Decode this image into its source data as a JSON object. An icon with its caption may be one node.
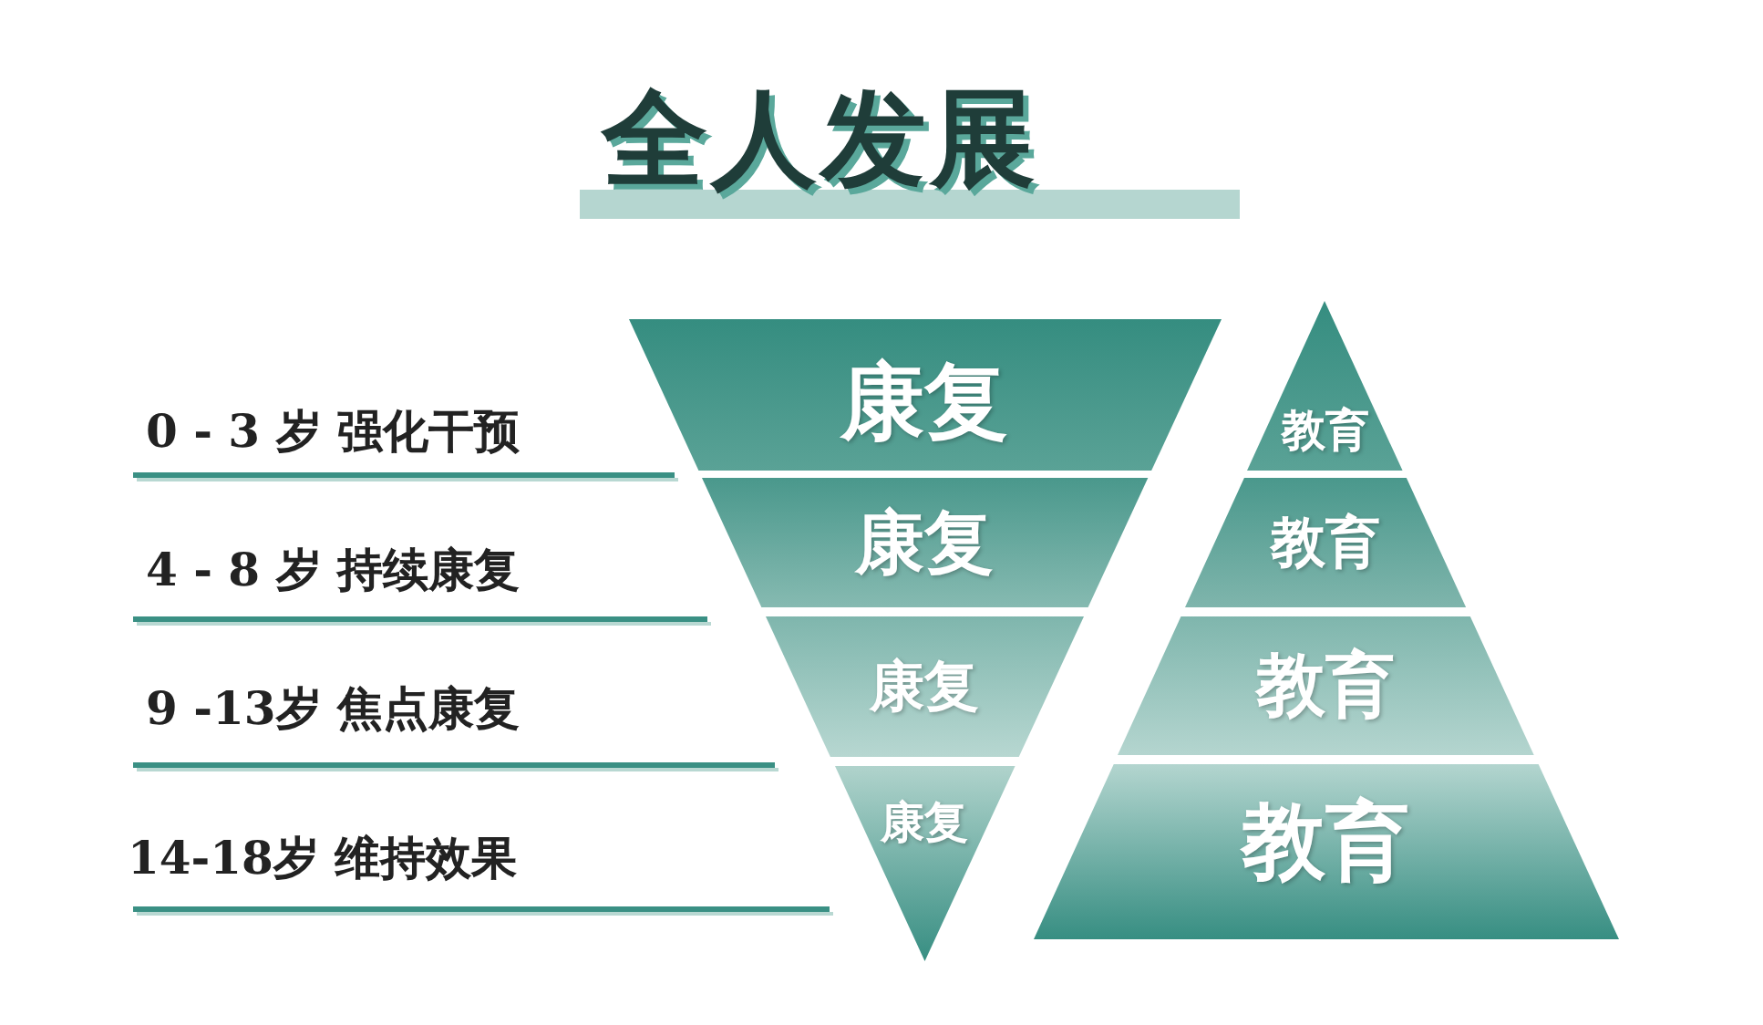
{
  "diagram": {
    "title": "全人发展",
    "nodes": [
      {
        "text": [
          "康复"
        ]
      },
      {
        "text": [
          "康复"
        ]
      },
      {
        "text": [
          "康复"
        ]
      },
      {
        "text": [
          "康复"
        ]
      },
      {
        "text": [
          "教育"
        ]
      },
      {
        "text": [
          "教育"
        ]
      },
      {
        "text": [
          "教育"
        ]
      },
      {
        "text": [
          "教育"
        ]
      }
    ],
    "labels": [
      "0 - 3 岁 强化干预",
      "4 - 8 岁 持续康复",
      "9 -13岁 焦点康复",
      "14-18岁 维持效果"
    ]
  }
}
